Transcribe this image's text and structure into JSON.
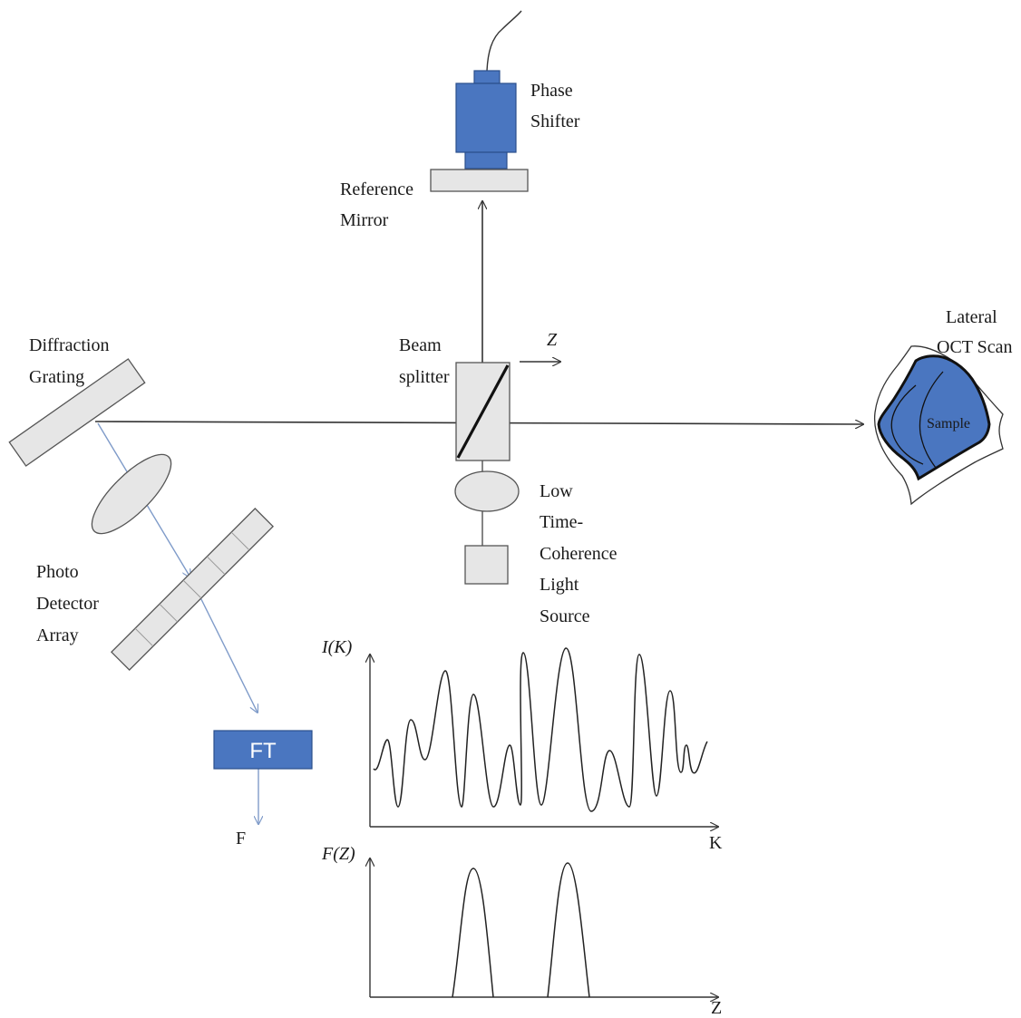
{
  "colors": {
    "component_blue": "#4a76c0",
    "component_blue_dark": "#2b4f8c",
    "gray_fill": "#e6e6e6",
    "gray_stroke": "#555555",
    "beam_line": "#333333",
    "detector_path": "#7f9bc9"
  },
  "labels": {
    "phase_shifter": [
      "Phase",
      "Shifter"
    ],
    "reference_mirror": [
      "Reference",
      "Mirror"
    ],
    "diffraction_grating": [
      "Diffraction",
      "Grating"
    ],
    "beam_splitter": [
      "Beam",
      "splitter"
    ],
    "z_direction": "Z",
    "lateral_scan": [
      "Lateral",
      "OCT Scan"
    ],
    "sample": "Sample",
    "light_source": [
      "Low",
      "Time-",
      "Coherence",
      "Light",
      "Source"
    ],
    "photo_detector": [
      "Photo",
      "Detector",
      "Array"
    ],
    "ft_block": "FT",
    "f_output": "F"
  },
  "plots": {
    "spectrum": {
      "ylabel": "I(K)",
      "xlabel": "K"
    },
    "depth_profile": {
      "ylabel": "F(Z)",
      "xlabel": "Z"
    }
  }
}
